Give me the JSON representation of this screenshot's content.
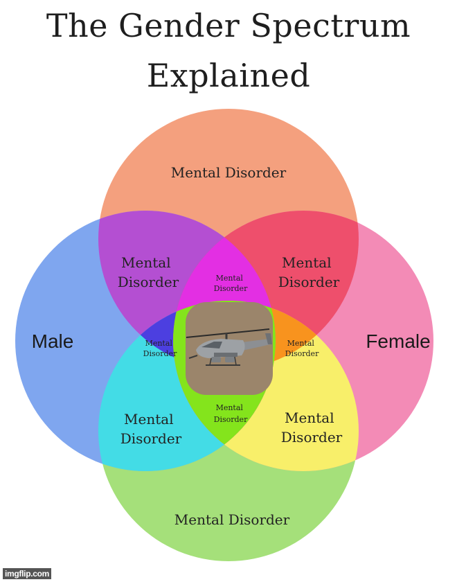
{
  "title": {
    "line1": "The Gender Spectrum",
    "line2": "Explained"
  },
  "regions": {
    "top": [
      "Mental Disorder"
    ],
    "upper_left": [
      "Mental",
      "Disorder"
    ],
    "upper_right": [
      "Mental",
      "Disorder"
    ],
    "upper_center": [
      "Mental",
      "Disorder"
    ],
    "left": [
      "Male"
    ],
    "right": [
      "Female"
    ],
    "center_left": [
      "Mental",
      "Disorder"
    ],
    "center_right": [
      "Mental",
      "Disorder"
    ],
    "lower_center": [
      "Mental",
      "Disorder"
    ],
    "lower_left": [
      "Mental",
      "Disorder"
    ],
    "lower_right": [
      "Mental",
      "Disorder"
    ],
    "bottom": [
      "Mental Disorder"
    ]
  },
  "center_image": "attack-helicopter",
  "colors": {
    "top": "#f4a07e",
    "left": "#7fa6ef",
    "right": "#f38bb6",
    "bottom": "#a5e07a",
    "top_left": "#b44fd2",
    "top_right": "#ee4f6c",
    "left_bottom": "#43dce6",
    "right_bottom": "#f8ef6a",
    "center_top": "#e32fe3",
    "center_left": "#4c3fe0",
    "center_right": "#f8931e",
    "center_bottom": "#84e41c",
    "center": "#9b856b"
  },
  "watermark": "imgflip.com"
}
